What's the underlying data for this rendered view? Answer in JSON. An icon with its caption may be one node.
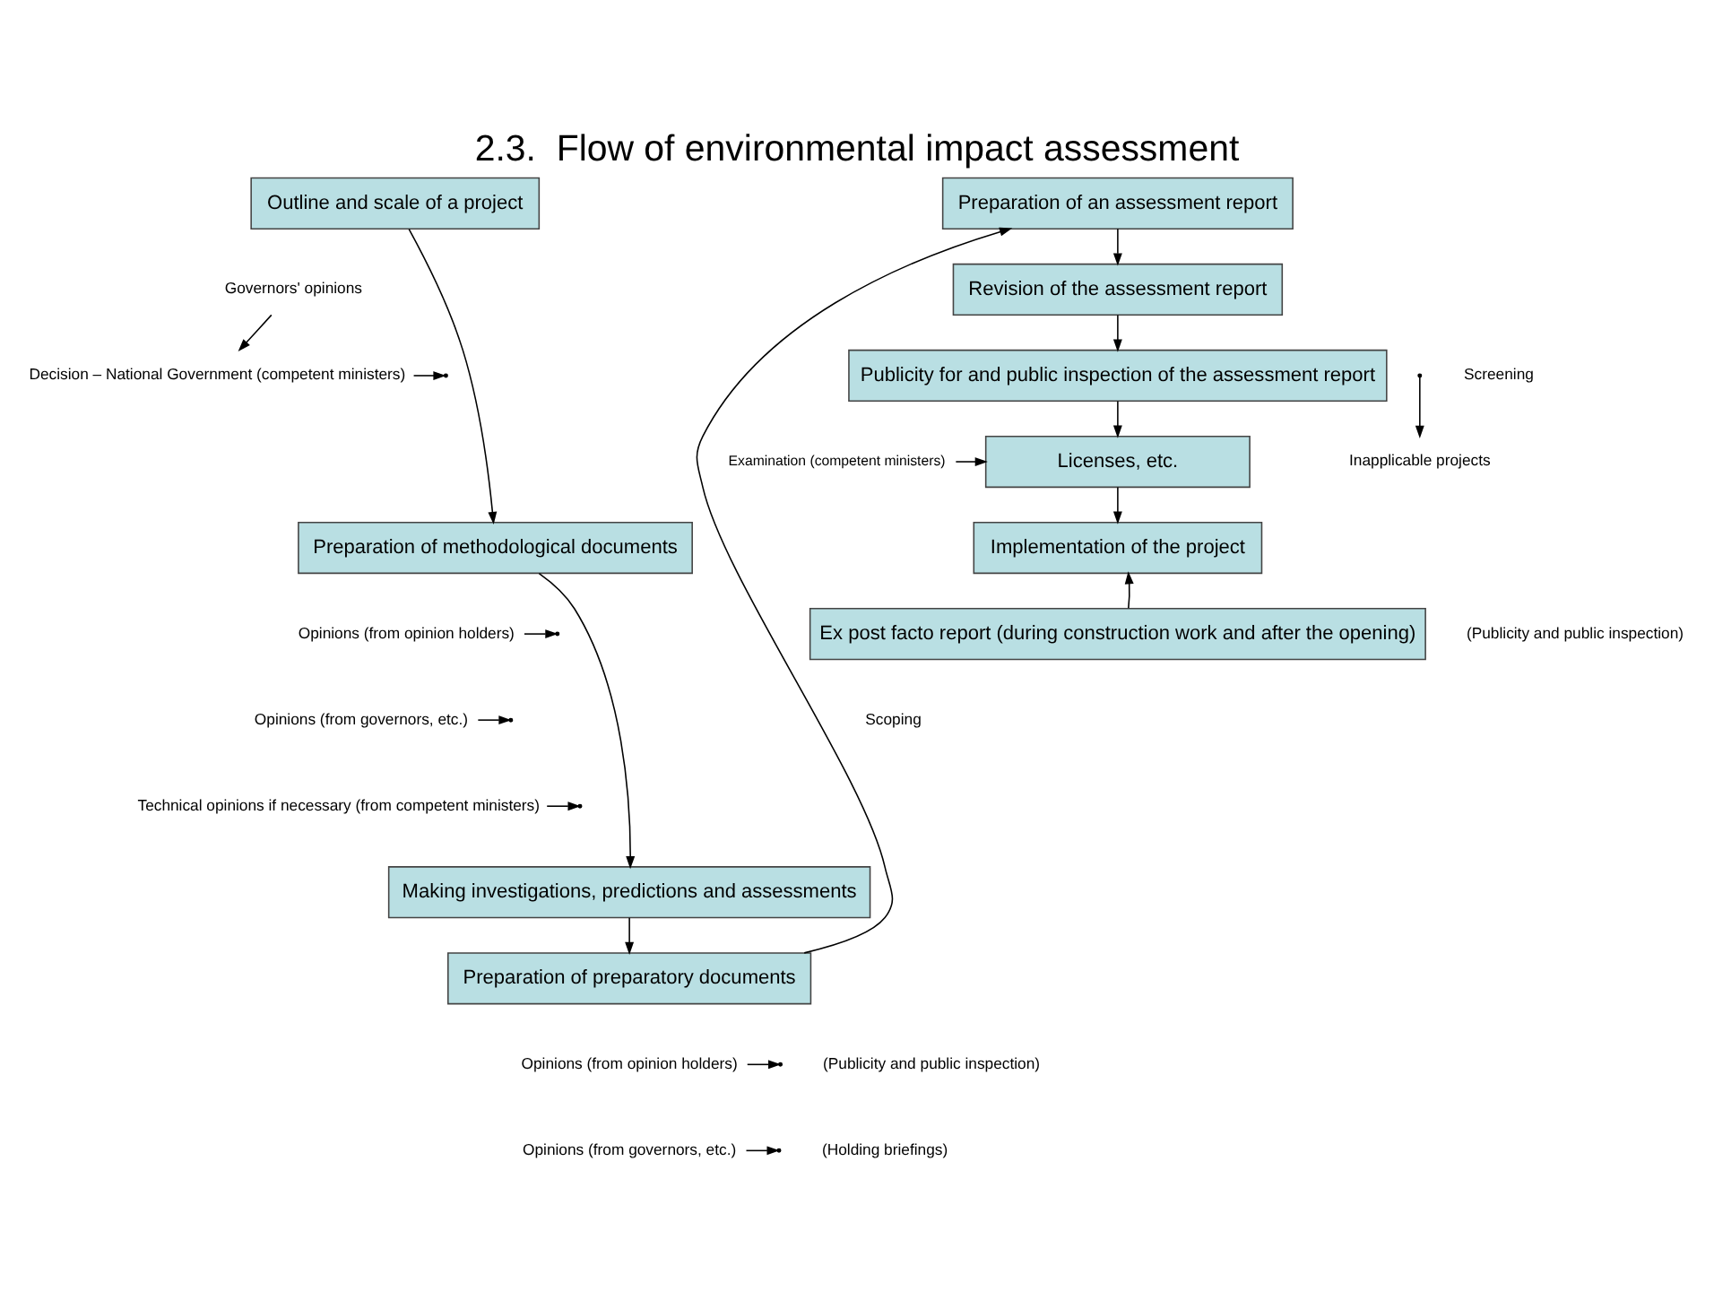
{
  "diagram": {
    "title": "2.3.  Flow of environmental impact assessment",
    "nodes": [
      {
        "text": [
          "Outline and scale of a project"
        ]
      },
      {
        "text": [
          "Governors' opinions"
        ]
      },
      {
        "text": [
          "Decision – National Government (competent ministers)"
        ]
      },
      {
        "text": [
          "Inapplicable projects"
        ]
      },
      {
        "text": [
          "Preparation of methodological documents"
        ]
      },
      {
        "text": [
          "Opinions (from opinion holders)"
        ]
      },
      {
        "text": [
          "Opinions (from governors, etc.)"
        ]
      },
      {
        "text": [
          "Technical opinions if necessary (from competent ministers)"
        ]
      },
      {
        "text": [
          "Making investigations, predictions and assessments"
        ]
      },
      {
        "text": [
          "Preparation of preparatory documents"
        ]
      },
      {
        "text": [
          "Opinions (from opinion holders)"
        ]
      },
      {
        "text": [
          "Opinions (from governors, etc.)"
        ]
      },
      {
        "text": [
          "Preparation of an assessment report"
        ]
      },
      {
        "text": [
          "Revision of the assessment report"
        ]
      },
      {
        "text": [
          "Publicity for and public inspection of the assessment report"
        ]
      },
      {
        "text": [
          "Examination (competent ministers)"
        ]
      },
      {
        "text": [
          "Licenses, etc."
        ]
      },
      {
        "text": [
          "Implementation of the project"
        ]
      },
      {
        "text": [
          "Ex post facto report (during construction work and after the opening)"
        ]
      }
    ],
    "edges": [
      {
        "from": 0,
        "to": 4,
        "arrow": "to"
      },
      {
        "from": 1,
        "to": 2,
        "arrow": "to"
      },
      {
        "from": 2,
        "to": null,
        "arrow": "to"
      },
      {
        "from": null,
        "to": 3,
        "arrow": "to"
      },
      {
        "from": 4,
        "to": 8,
        "arrow": "to"
      },
      {
        "from": 5,
        "to": null,
        "arrow": "to"
      },
      {
        "from": 6,
        "to": null,
        "arrow": "to"
      },
      {
        "from": 7,
        "to": null,
        "arrow": "to"
      },
      {
        "from": 8,
        "to": 9,
        "arrow": "to"
      },
      {
        "from": 9,
        "to": 12,
        "arrow": "to"
      },
      {
        "from": 10,
        "to": null,
        "arrow": "to"
      },
      {
        "from": 11,
        "to": null,
        "arrow": "to"
      },
      {
        "from": 12,
        "to": 13,
        "arrow": "to"
      },
      {
        "from": 13,
        "to": 14,
        "arrow": "to"
      },
      {
        "from": 14,
        "to": 16,
        "arrow": "to"
      },
      {
        "from": 15,
        "to": 16,
        "arrow": "to"
      },
      {
        "from": 16,
        "to": 17,
        "arrow": "to"
      },
      {
        "from": 18,
        "to": 17,
        "arrow": "to"
      }
    ],
    "labels": [
      "Screening",
      "(Publicity and public inspection)",
      "Scoping",
      "(Publicity and public inspection)",
      "(Holding briefings)"
    ]
  }
}
